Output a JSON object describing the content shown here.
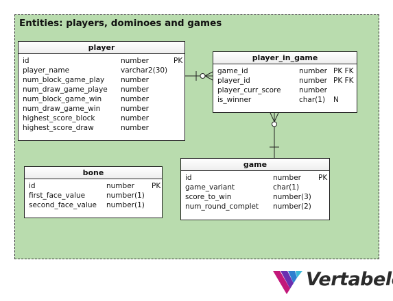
{
  "area": {
    "title": "Entities: players, dominoes and games"
  },
  "entities": {
    "player": {
      "name": "player",
      "columns": [
        {
          "name": "id",
          "type": "number",
          "key": "PK"
        },
        {
          "name": "player_name",
          "type": "varchar2(30)",
          "key": ""
        },
        {
          "name": "num_block_game_play",
          "type": "number",
          "key": ""
        },
        {
          "name": "num_draw_game_playe",
          "type": "number",
          "key": ""
        },
        {
          "name": "num_block_game_win",
          "type": "number",
          "key": ""
        },
        {
          "name": "num_draw_game_win",
          "type": "number",
          "key": ""
        },
        {
          "name": "highest_score_block",
          "type": "number",
          "key": ""
        },
        {
          "name": "highest_score_draw",
          "type": "number",
          "key": ""
        }
      ]
    },
    "player_in_game": {
      "name": "player_in_game",
      "columns": [
        {
          "name": "game_id",
          "type": "number",
          "key": "PK FK"
        },
        {
          "name": "player_id",
          "type": "number",
          "key": "PK FK"
        },
        {
          "name": "player_curr_score",
          "type": "number",
          "key": ""
        },
        {
          "name": "is_winner",
          "type": "char(1)",
          "key": "N"
        }
      ]
    },
    "game": {
      "name": "game",
      "columns": [
        {
          "name": "id",
          "type": "number",
          "key": "PK"
        },
        {
          "name": "game_variant",
          "type": "char(1)",
          "key": ""
        },
        {
          "name": "score_to_win",
          "type": "number(3)",
          "key": ""
        },
        {
          "name": "num_round_complet",
          "type": "number(2)",
          "key": ""
        }
      ]
    },
    "bone": {
      "name": "bone",
      "columns": [
        {
          "name": "id",
          "type": "number",
          "key": "PK"
        },
        {
          "name": "first_face_value",
          "type": "number(1)",
          "key": ""
        },
        {
          "name": "second_face_value",
          "type": "number(1)",
          "key": ""
        }
      ]
    }
  },
  "relationships": [
    {
      "from": "player",
      "to": "player_in_game",
      "cardinality": "one-to-zero-or-many"
    },
    {
      "from": "game",
      "to": "player_in_game",
      "cardinality": "one-to-zero-or-many"
    }
  ],
  "colors": {
    "area_fill": "#b9dcae",
    "logo_magenta": "#c2187a",
    "logo_purple": "#6a2fb0",
    "logo_blue": "#2f7fd0",
    "logo_cyan": "#3bb8d8"
  },
  "branding": {
    "logo_text": "Vertabelo"
  }
}
